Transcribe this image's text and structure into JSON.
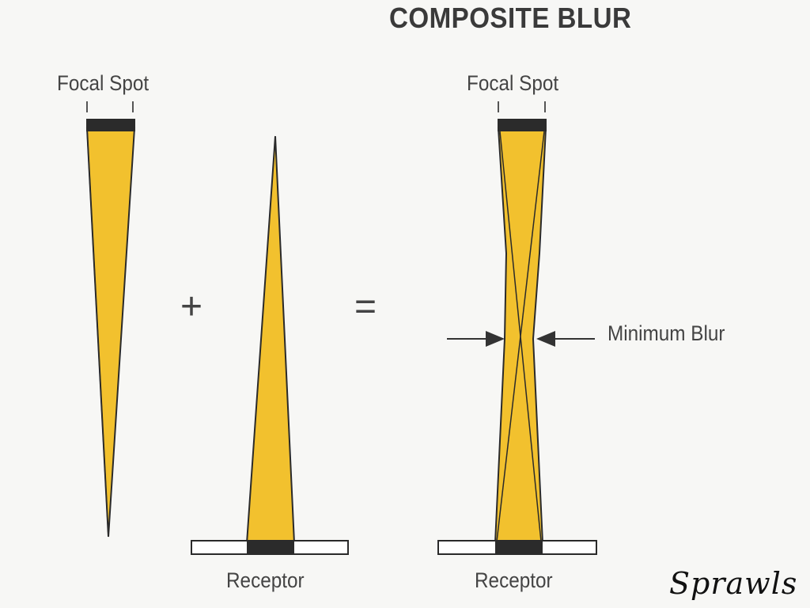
{
  "title": "COMPOSITE BLUR",
  "labels": {
    "focal_spot_left": "Focal Spot",
    "focal_spot_right": "Focal Spot",
    "receptor_middle": "Receptor",
    "receptor_right": "Receptor",
    "minimum_blur": "Minimum Blur"
  },
  "operators": {
    "plus": "+",
    "equals": "="
  },
  "signature": "Sprawls",
  "colors": {
    "beam_fill": "#f2c12e",
    "beam_outline": "#2a2a2a",
    "focal_bar": "#2b2b2b",
    "receptor_fill": "#ffffff",
    "text": "#444444"
  }
}
